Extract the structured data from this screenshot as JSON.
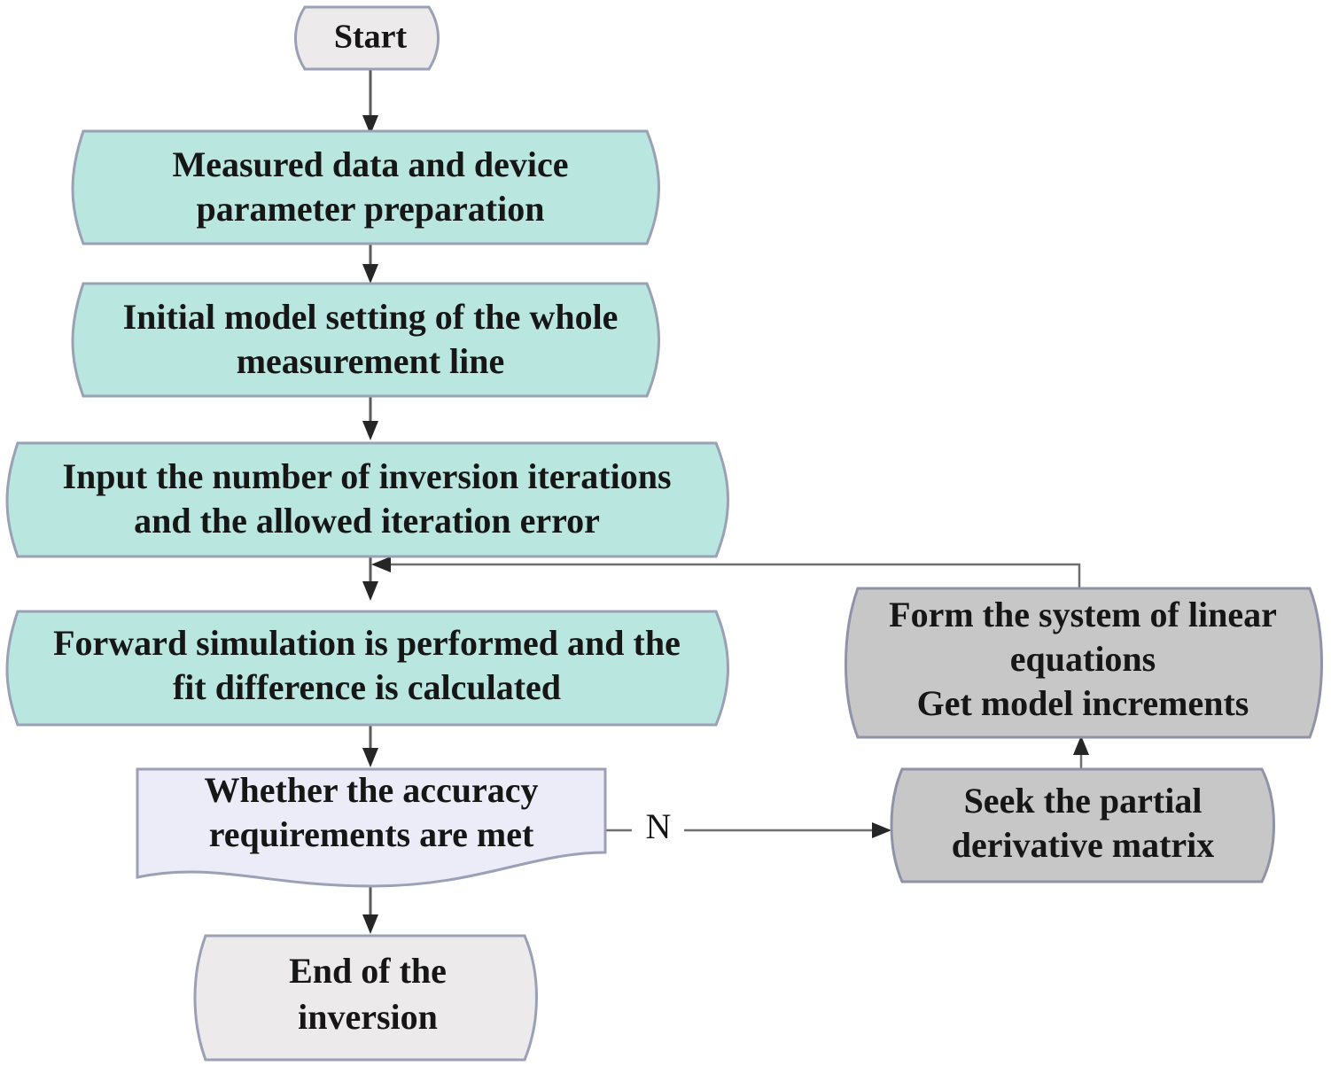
{
  "diagram": {
    "title": "Inversion workflow flowchart",
    "type": "flowchart",
    "colors": {
      "teal_fill": "#b9e7df",
      "gray_fill": "#c7c7c7",
      "light_gray_fill": "#eceaea",
      "lavender_fill": "#ecebf8",
      "border": "#9aa0b5",
      "connector": "#5a5a5a",
      "text": "#161616"
    },
    "nodes": {
      "start": {
        "label": "Start",
        "shape": "tape",
        "fill": "light-gray"
      },
      "measured_data": {
        "line1": "Measured data and device",
        "line2": "parameter preparation",
        "shape": "tape",
        "fill": "teal"
      },
      "initial_model": {
        "line1": "Initial model setting of the whole",
        "line2": "measurement line",
        "shape": "tape",
        "fill": "teal"
      },
      "input_iterations": {
        "line1": "Input the number of inversion iterations",
        "line2": "and the allowed iteration error",
        "shape": "tape",
        "fill": "teal"
      },
      "forward_simulation": {
        "line1": "Forward simulation is performed and the",
        "line2": "fit difference is calculated",
        "shape": "tape",
        "fill": "teal"
      },
      "accuracy_decision": {
        "line1": "Whether the accuracy",
        "line2": "requirements are met",
        "shape": "document",
        "fill": "lavender"
      },
      "end_inversion": {
        "line1": "End of the",
        "line2": "inversion",
        "shape": "tape",
        "fill": "light-gray"
      },
      "form_system": {
        "line1": "Form the system of linear",
        "line2": "equations",
        "line3": "Get model increments",
        "shape": "tape",
        "fill": "gray"
      },
      "seek_partial": {
        "line1": "Seek the partial",
        "line2": "derivative matrix",
        "shape": "tape",
        "fill": "gray"
      }
    },
    "edges": [
      {
        "from": "start",
        "to": "measured_data",
        "label": ""
      },
      {
        "from": "measured_data",
        "to": "initial_model",
        "label": ""
      },
      {
        "from": "initial_model",
        "to": "input_iterations",
        "label": ""
      },
      {
        "from": "input_iterations",
        "to": "forward_simulation",
        "label": ""
      },
      {
        "from": "forward_simulation",
        "to": "accuracy_decision",
        "label": ""
      },
      {
        "from": "accuracy_decision",
        "to": "end_inversion",
        "label": ""
      },
      {
        "from": "accuracy_decision",
        "to": "seek_partial",
        "label": "N"
      },
      {
        "from": "seek_partial",
        "to": "form_system",
        "label": ""
      },
      {
        "from": "form_system",
        "to": "forward_simulation",
        "label": ""
      }
    ],
    "edge_labels": {
      "no_branch": "N"
    }
  }
}
